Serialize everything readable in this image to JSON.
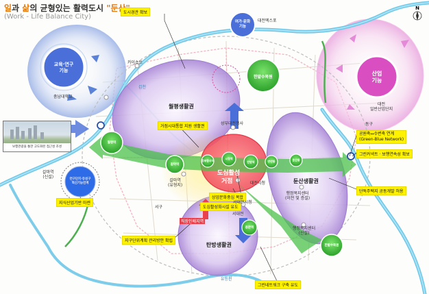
{
  "title": {
    "prefix_hl": "일",
    "prefix_rest": "과 ",
    "middle_hl": "삶",
    "middle_rest": "의 균형있는 활력도시 ",
    "quote": "\"둔산\""
  },
  "subtitle": "(Work - Life Balance City)",
  "compass": "N",
  "callouts": {
    "top_center": "도시경관 확보",
    "center_left": "거점시대통합 지원 생활권",
    "right_mid": "공원축↔수변축 연계",
    "right_mid_en": "(Green-Blue Network)",
    "right_greenway": "그린커넥트 · 보행연속성 확보",
    "right_lower": "단독주택지 공동개발 허용",
    "center_mid": "상업문화중심 복합",
    "center_low": "도심활성화시설 유도",
    "left_low": "지구단위계획 관리방안 확립",
    "bottom": "그린네트워크 구축 유도",
    "left_mid": "지식산업기반 마련",
    "red_tag": "직장인배지역"
  },
  "zones": {
    "wolpyeong": "월평생활권",
    "dunsan": "둔산생활권",
    "tanbang": "탄방생활권",
    "downtown_1": "도심활성",
    "downtown_2": "거점"
  },
  "left_circle": {
    "line1": "교육·연구",
    "line2": "기능"
  },
  "right_circle": {
    "line1": "산업",
    "line2": "기능"
  },
  "top_circle": {
    "line1": "여가·문화",
    "line2": "기능"
  },
  "blue_circle": {
    "line1": "연구단지·유성구",
    "line2": "혁신기능연계"
  },
  "places": {
    "kaist": "카이스트",
    "chungnam_univ": "충남대학교",
    "daejeon_expo": "대전엑스포",
    "daejeon_ind_1": "대전",
    "daejeon_ind_2": "일반산업단지",
    "daedeok_gu": "동구",
    "seo_gu": "서구",
    "seonsa": "성부대전청사",
    "galma_1": "갈마역",
    "galma_2": "(유형지)",
    "seodaejeon": "서대전시청",
    "admin_center_1": "행정복지센터",
    "admin_center_2": "(이전 및 증설)",
    "admin_center_3": "행정복지센터",
    "admin_center_4": "(신설)",
    "daejeon_cityhall": "대전시청",
    "gap_stn": "갈마역",
    "gap_stn_2": "(신설)",
    "seo_st": "서대전",
    "river_1": "갑천",
    "river_2": "유등천",
    "park_1": "한밭수목원",
    "photo_caption": "보행관광을 통한 고도화된 접근성 조성"
  },
  "green_nodes": {
    "n1": "월평역",
    "n2": "갈마역",
    "n3": "정부청사역",
    "n4": "시청역",
    "n5": "탄방역",
    "n6": "만년동",
    "n7": "둔산동",
    "n8": "용문역",
    "n9": "한밭수목원"
  },
  "colors": {
    "purple_zone": "#c9b3e6",
    "green_node": "#3cbf3c",
    "river": "#6fc8e8",
    "callout": "#fff200",
    "red_core": "#f05a6a",
    "blue_arrow": "#4a6fd8"
  }
}
